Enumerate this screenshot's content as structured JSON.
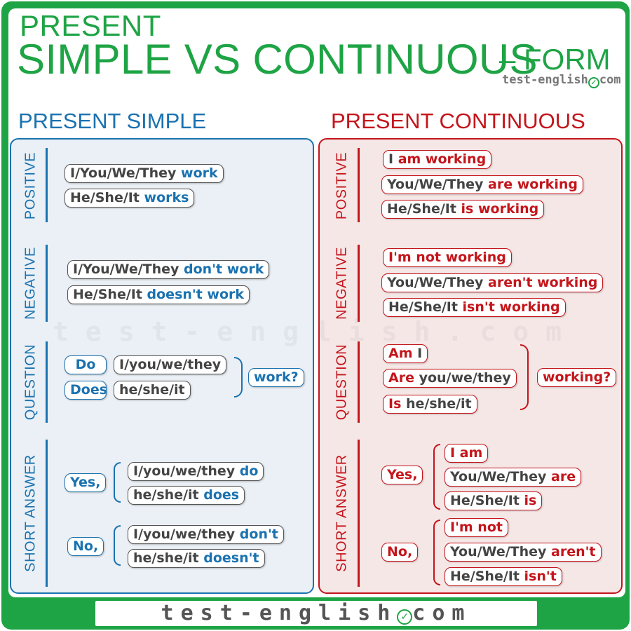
{
  "title": {
    "line1": "PRESENT",
    "line2": "SIMPLE VS CONTINUOUS",
    "suffix": "– FORM"
  },
  "site": {
    "name_top": "test-english",
    "tld_top": "com",
    "watermark": "test-english.com",
    "footer_name": "test-english",
    "footer_tld": "com"
  },
  "colors": {
    "green": "#1ea445",
    "blue": "#1a72b0",
    "red": "#c4151b"
  },
  "simple": {
    "heading": "PRESENT SIMPLE",
    "labels": {
      "positive": "POSITIVE",
      "negative": "NEGATIVE",
      "question": "QUESTION",
      "short_answer": "SHORT ANSWER"
    },
    "positive": [
      {
        "subject": "I/You/We/They ",
        "verb": "work"
      },
      {
        "subject": "He/She/It ",
        "verb": "works"
      }
    ],
    "negative": [
      {
        "subject": "I/You/We/They ",
        "verb": "don't work"
      },
      {
        "subject": "He/She/It ",
        "verb": "doesn't work"
      }
    ],
    "question": {
      "aux": [
        "Do",
        "Does"
      ],
      "subjects": [
        "I/you/we/they",
        "he/she/it"
      ],
      "verb": "work?"
    },
    "short": {
      "yes": "Yes,",
      "no": "No,",
      "yes_items": [
        {
          "subject": "I/you/we/they ",
          "verb": "do"
        },
        {
          "subject": "he/she/it ",
          "verb": "does"
        }
      ],
      "no_items": [
        {
          "subject": "I/you/we/they ",
          "verb": "don't"
        },
        {
          "subject": "he/she/it ",
          "verb": "doesn't"
        }
      ]
    }
  },
  "continuous": {
    "heading": "PRESENT CONTINUOUS",
    "labels": {
      "positive": "POSITIVE",
      "negative": "NEGATIVE",
      "question": "QUESTION",
      "short_answer": "SHORT ANSWER"
    },
    "positive": [
      {
        "subject": "I ",
        "verb": "am working"
      },
      {
        "subject": "You/We/They ",
        "verb": "are working"
      },
      {
        "subject": "He/She/It ",
        "verb": "is working"
      }
    ],
    "negative": [
      {
        "subject": "I'm not working",
        "verb": ""
      },
      {
        "subject": "You/We/They ",
        "verb": "aren't working"
      },
      {
        "subject": "He/She/It ",
        "verb": "isn't working"
      }
    ],
    "question": {
      "lines": [
        {
          "aux": "Am ",
          "subject": "I"
        },
        {
          "aux": "Are ",
          "subject": "you/we/they"
        },
        {
          "aux": "Is ",
          "subject": "he/she/it"
        }
      ],
      "verb": "working?"
    },
    "short": {
      "yes": "Yes,",
      "no": "No,",
      "yes_items": [
        {
          "subject": "I am",
          "verb": ""
        },
        {
          "subject": "You/We/They ",
          "verb": "are"
        },
        {
          "subject": "He/She/It ",
          "verb": "is"
        }
      ],
      "no_items": [
        {
          "subject": "I'm not",
          "verb": ""
        },
        {
          "subject": "You/We/They ",
          "verb": "aren't"
        },
        {
          "subject": "He/She/It ",
          "verb": "isn't"
        }
      ]
    }
  }
}
